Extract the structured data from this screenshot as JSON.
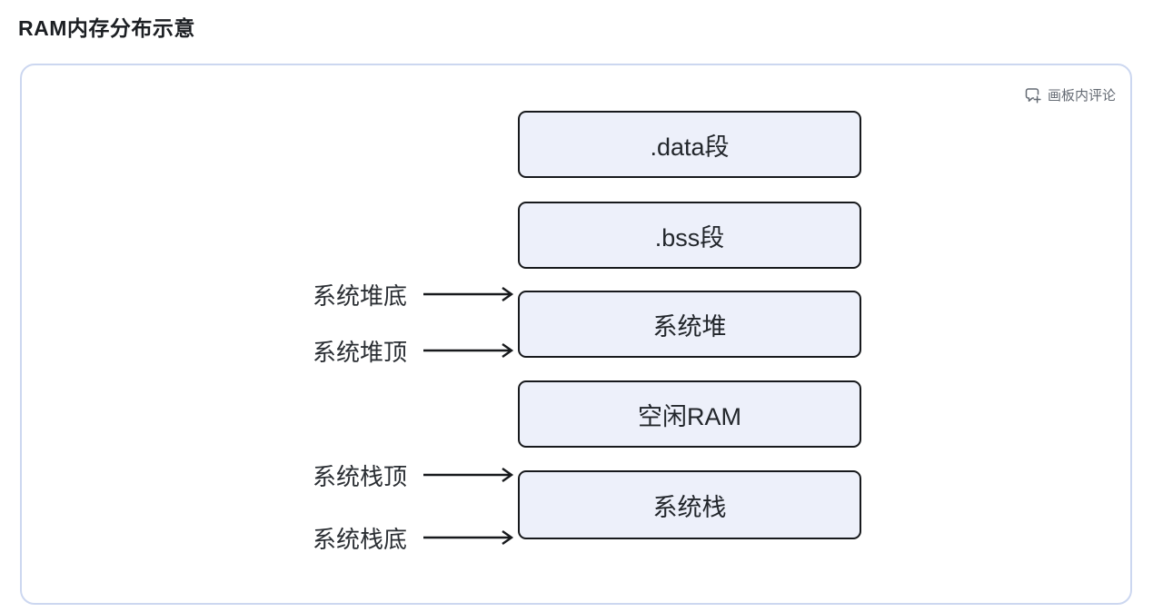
{
  "page": {
    "title": "RAM内存分布示意"
  },
  "board": {
    "comment_button": {
      "label": "画板内评论",
      "icon": "add-comment-icon"
    },
    "boxes": [
      {
        "label": ".data段"
      },
      {
        "label": ".bss段"
      },
      {
        "label": "系统堆"
      },
      {
        "label": "空闲RAM"
      },
      {
        "label": "系统栈"
      }
    ],
    "pointers": [
      {
        "label": "系统堆底",
        "target": "系统堆",
        "side": "top"
      },
      {
        "label": "系统堆顶",
        "target": "系统堆",
        "side": "bottom"
      },
      {
        "label": "系统栈顶",
        "target": "系统栈",
        "side": "top"
      },
      {
        "label": "系统栈底",
        "target": "系统栈",
        "side": "bottom"
      }
    ]
  },
  "colors": {
    "title_text": "#1c1f23",
    "panel_border": "#ccd7f0",
    "box_fill": "#edf0fa",
    "box_border": "#17191c",
    "box_text": "#22262b",
    "pointer_text": "#2a2e33",
    "arrow": "#17191c",
    "comment_text": "#646a73"
  }
}
